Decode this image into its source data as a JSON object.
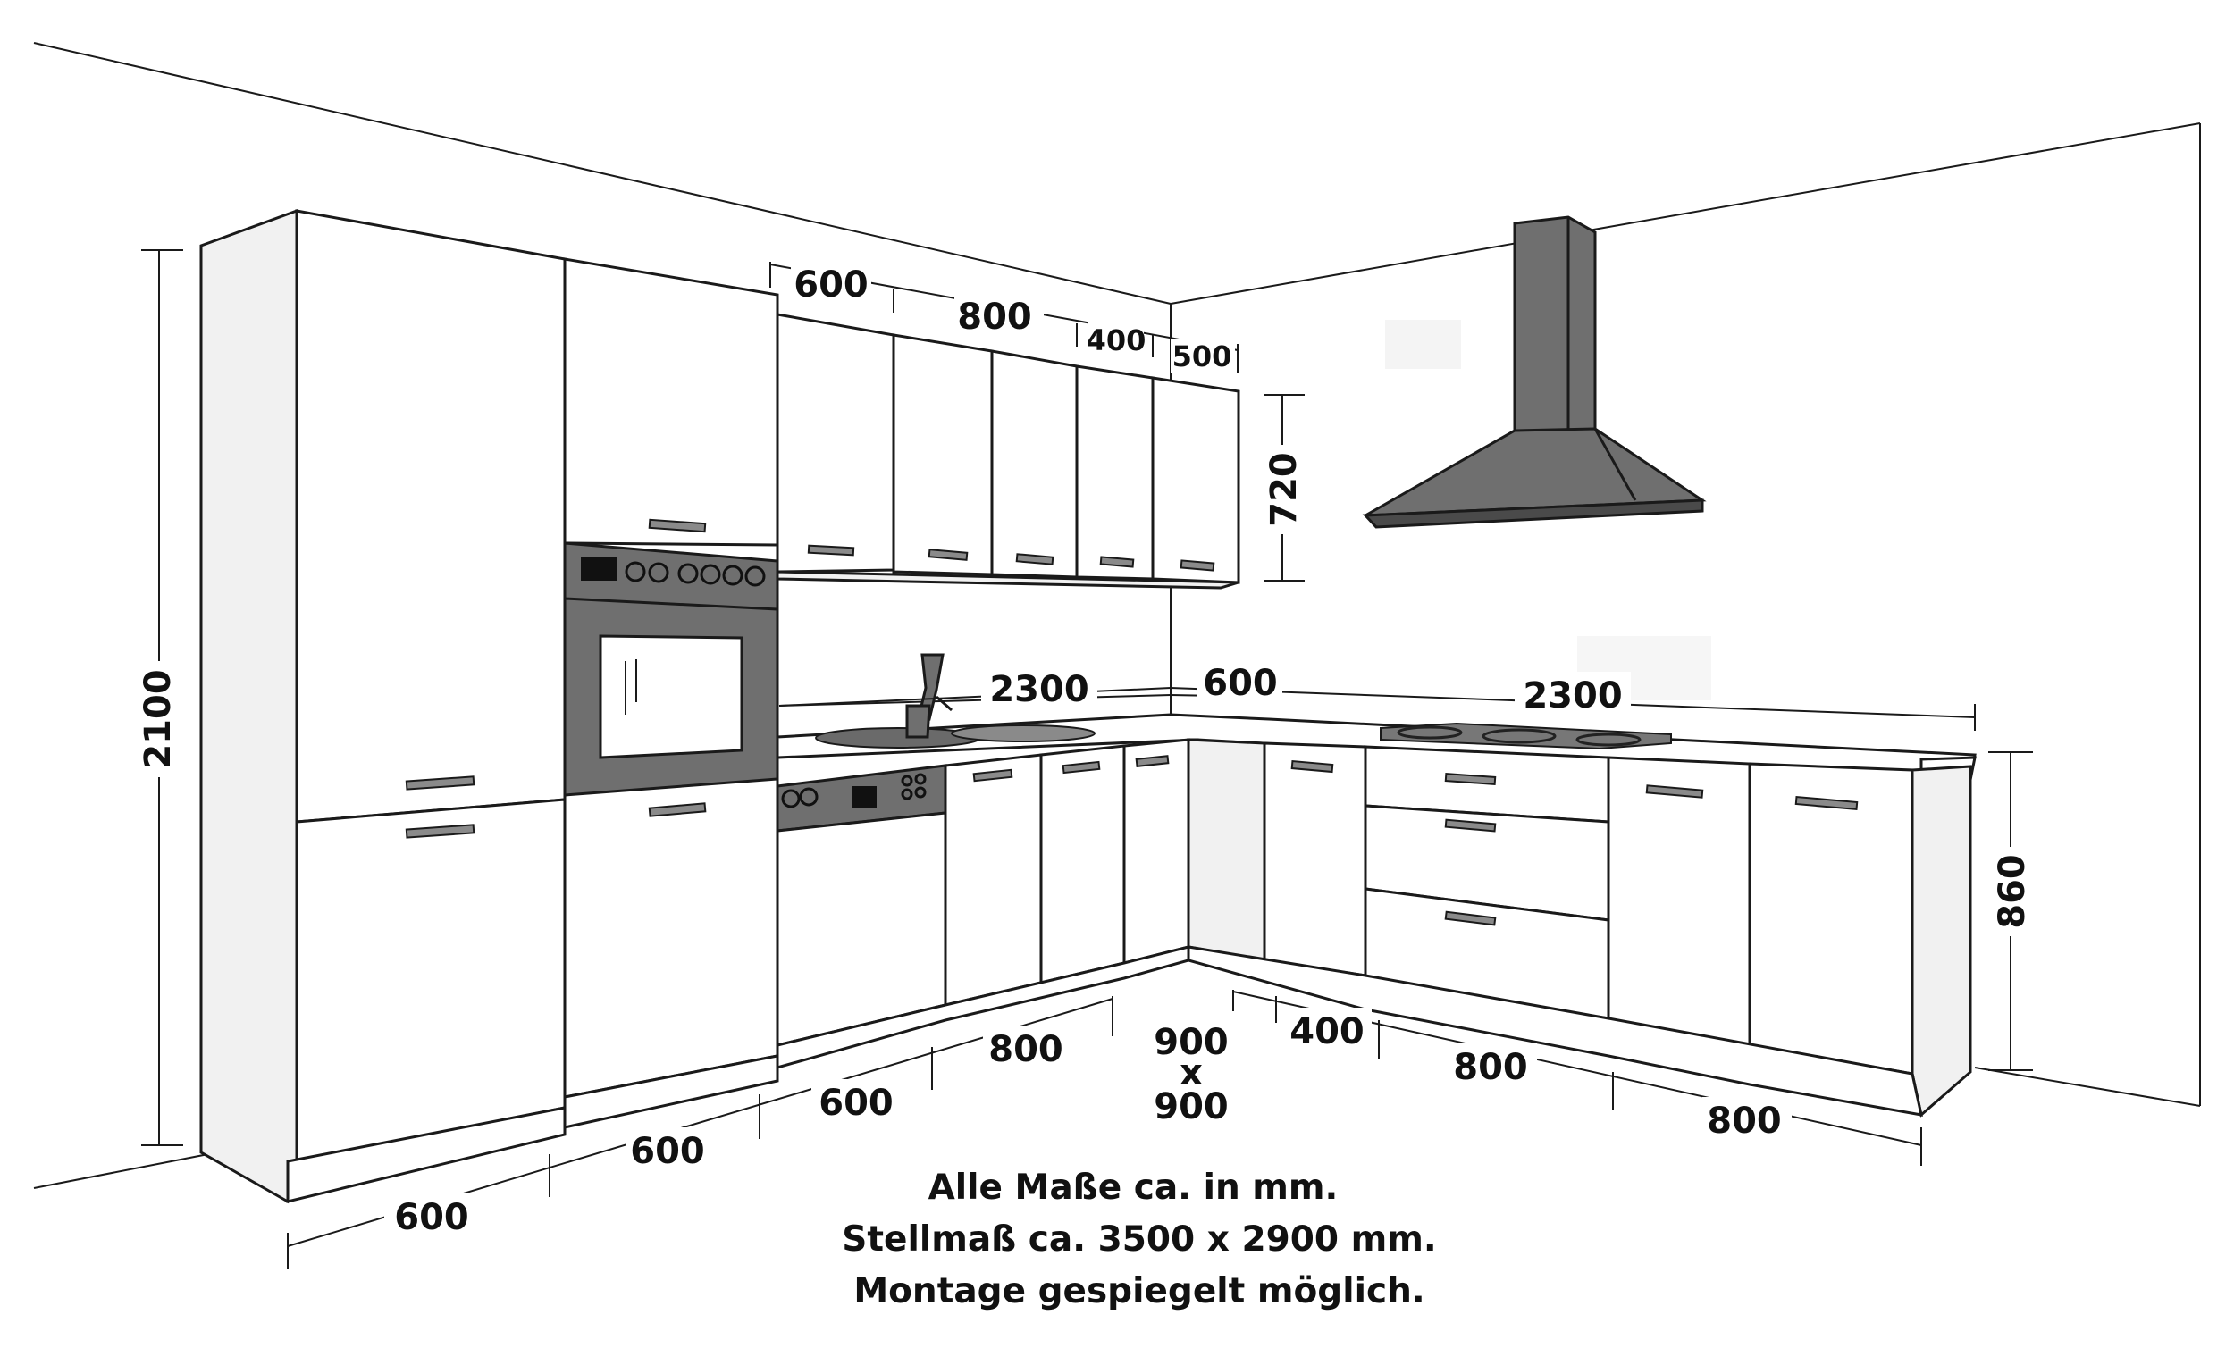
{
  "dimensions": {
    "height_tall": "2100",
    "wall_600": "600",
    "wall_800": "800",
    "wall_400": "400",
    "wall_500": "500",
    "wall_height": "720",
    "counter_left": "2300",
    "counter_corner": "600",
    "counter_right": "2300",
    "base_height": "860",
    "floor_600_a": "600",
    "floor_600_b": "600",
    "floor_600_c": "600",
    "floor_800_a": "800",
    "corner_900_top": "900",
    "corner_x": "x",
    "corner_900_bottom": "900",
    "floor_400": "400",
    "floor_800_b": "800",
    "floor_800_c": "800"
  },
  "notes": {
    "line1": "Alle Maße ca. in mm.",
    "line2": "Stellmaß ca. 3500 x 2900 mm.",
    "line3": "Montage gespiegelt möglich."
  },
  "icons": [
    "range-hood-icon",
    "oven-icon",
    "dishwasher-icon",
    "sink-faucet-icon",
    "cooktop-icon"
  ]
}
